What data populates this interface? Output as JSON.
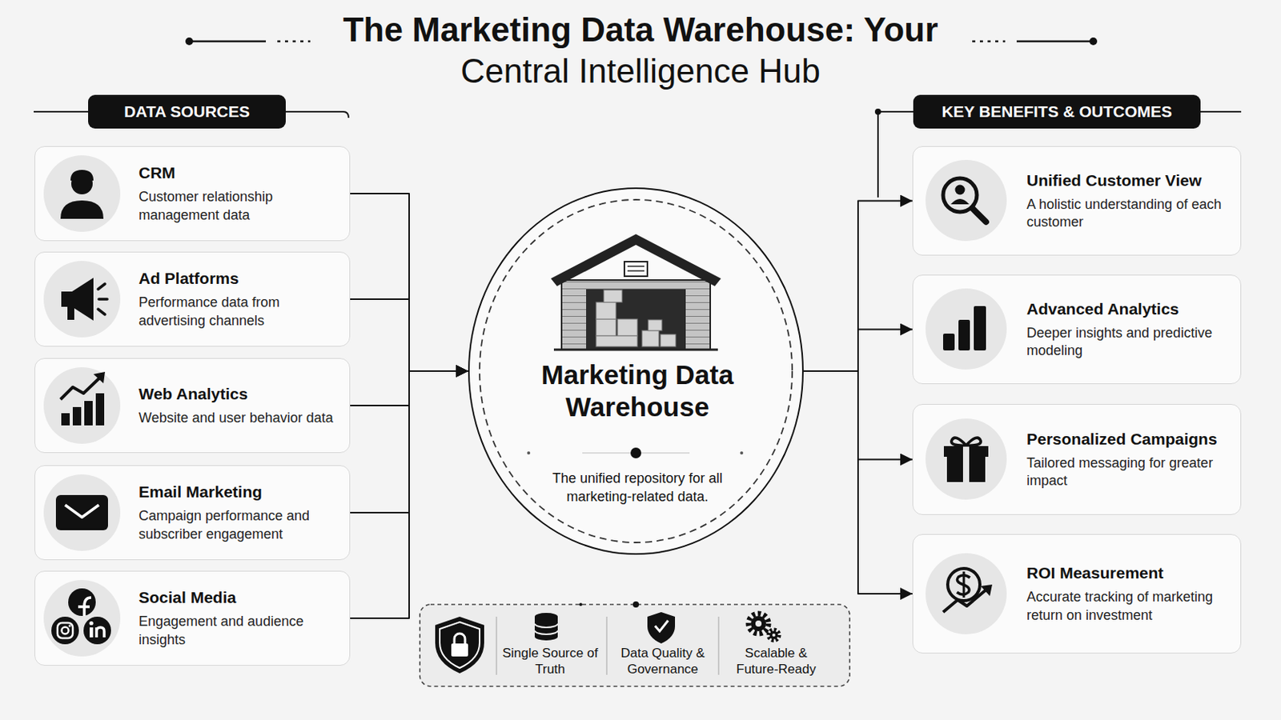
{
  "diagram": {
    "title": "The Marketing Data Warehouse: Your Central Intelligence Hub",
    "nodes": [
      {
        "text": [
          "DATA SOURCES"
        ]
      },
      {
        "text": [
          "CRM",
          "Customer relationship management data"
        ]
      },
      {
        "text": [
          "Ad Platforms",
          "Performance data from advertising channels"
        ]
      },
      {
        "text": [
          "Web Analytics",
          "Website and user behavior data"
        ]
      },
      {
        "text": [
          "Email Marketing",
          "Campaign performance and subscriber engagement"
        ]
      },
      {
        "text": [
          "Social Media",
          "Engagement and audience insights"
        ]
      },
      {
        "text": [
          "Marketing Data Warehouse",
          "The unified repository for all marketing-related data."
        ]
      },
      {
        "text": [
          "KEY BENEFITS & OUTCOMES"
        ]
      },
      {
        "text": [
          "Unified Customer View",
          "A holistic understanding of each customer"
        ]
      },
      {
        "text": [
          "Advanced Analytics",
          "Deeper insights and predictive modeling"
        ]
      },
      {
        "text": [
          "Personalized Campaigns",
          "Tailored messaging for greater impact"
        ]
      },
      {
        "text": [
          "ROI Measurement",
          "Accurate tracking of marketing return on investment"
        ]
      }
    ],
    "edges": [
      {
        "from": 1,
        "to": 6,
        "arrow": "to"
      },
      {
        "from": 2,
        "to": 6,
        "arrow": "to"
      },
      {
        "from": 3,
        "to": 6,
        "arrow": "to"
      },
      {
        "from": 4,
        "to": 6,
        "arrow": "to"
      },
      {
        "from": 5,
        "to": 6,
        "arrow": "to"
      },
      {
        "from": 6,
        "to": 8,
        "arrow": "to"
      },
      {
        "from": 6,
        "to": 9,
        "arrow": "to"
      },
      {
        "from": 6,
        "to": 10,
        "arrow": "to"
      },
      {
        "from": 6,
        "to": 11,
        "arrow": "to"
      }
    ],
    "labels": [
      "Single Source of Truth",
      "Data Quality & Governance",
      "Scalable & Future-Ready"
    ]
  }
}
